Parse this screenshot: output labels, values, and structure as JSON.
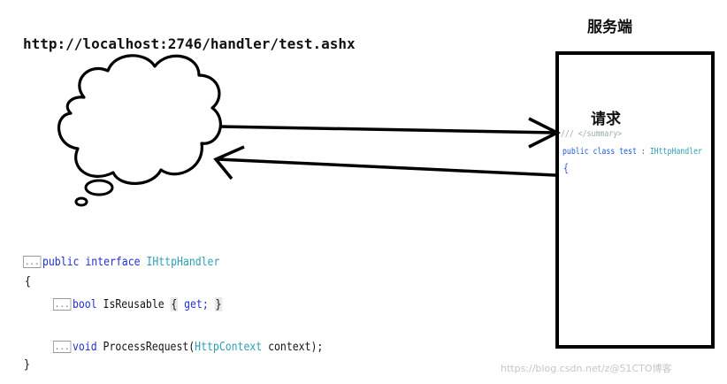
{
  "url": "http://localhost:2746/handler/test.ashx",
  "server": {
    "title": "服务端",
    "request_label": "请求",
    "code_summary": "/// </summary>",
    "code_kw": "public class test",
    "code_sep": " : ",
    "code_type": "IHttpHandler",
    "code_brace": "{"
  },
  "code": {
    "ellipsis": "...",
    "l1_kw": "public interface",
    "l1_type": "IHttpHandler",
    "l2": "{",
    "l3_kw": "bool",
    "l3_name": "IsReusable",
    "l3_open": "{",
    "l3_get": "get;",
    "l3_close": "}",
    "l4_kw": "void",
    "l4_name": "ProcessRequest(",
    "l4_type": "HttpContext",
    "l4_rest": " context);",
    "l5": "}"
  },
  "watermark": "https://blog.csdn.net/z@51CTO博客"
}
